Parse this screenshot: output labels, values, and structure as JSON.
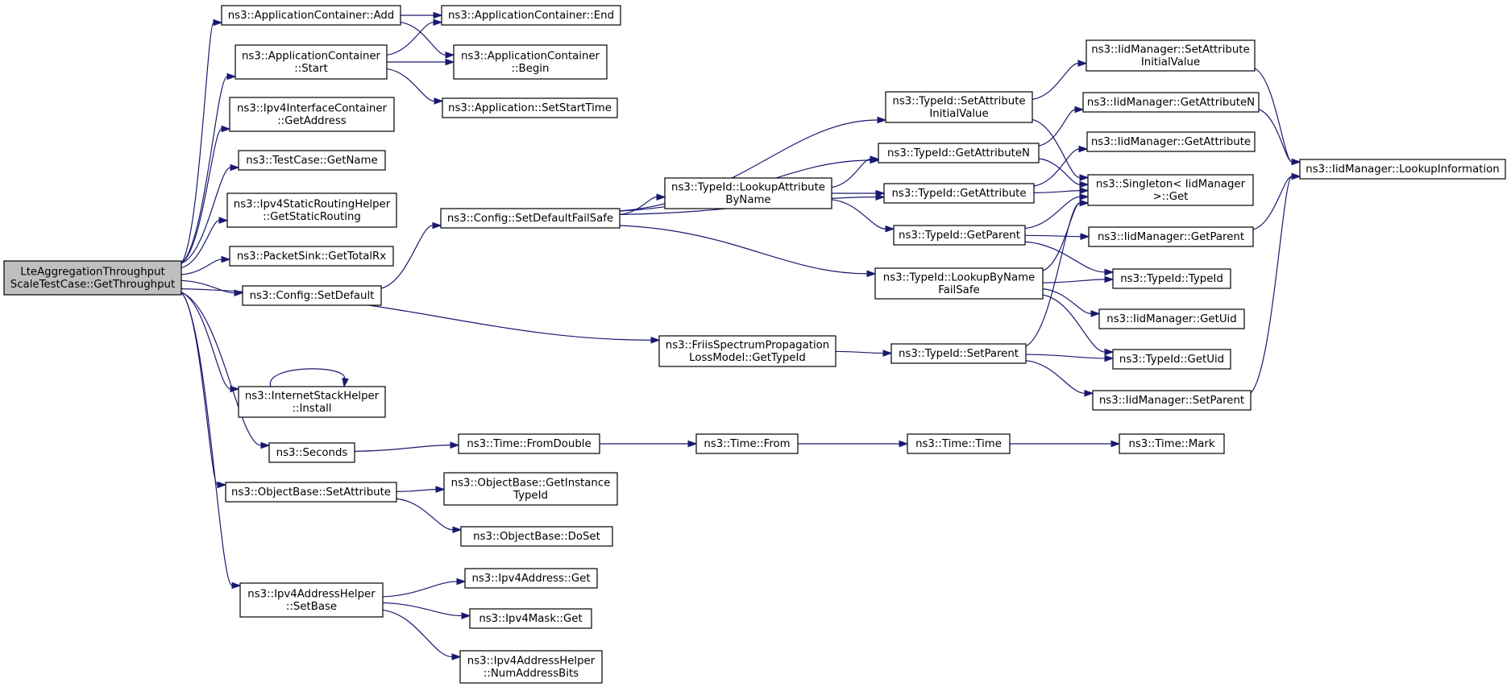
{
  "diagram": {
    "kind": "call graph",
    "colors": {
      "edge": "#191970",
      "root_fill": "#bfbfbf",
      "node_fill": "#ffffff",
      "border": "#000000"
    },
    "nodes": [
      {
        "id": "root",
        "lines": [
          "LteAggregationThroughput",
          "ScaleTestCase::GetThroughput"
        ],
        "root": true
      },
      {
        "id": "appAdd",
        "lines": [
          "ns3::ApplicationContainer::Add"
        ]
      },
      {
        "id": "appEnd",
        "lines": [
          "ns3::ApplicationContainer::End"
        ]
      },
      {
        "id": "appStart",
        "lines": [
          "ns3::ApplicationContainer",
          "::Start"
        ]
      },
      {
        "id": "appBegin",
        "lines": [
          "ns3::ApplicationContainer",
          "::Begin"
        ]
      },
      {
        "id": "appSetStart",
        "lines": [
          "ns3::Application::SetStartTime"
        ]
      },
      {
        "id": "ipv4GetAddr",
        "lines": [
          "ns3::Ipv4InterfaceContainer",
          "::GetAddress"
        ]
      },
      {
        "id": "tcGetName",
        "lines": [
          "ns3::TestCase::GetName"
        ]
      },
      {
        "id": "ipv4Static",
        "lines": [
          "ns3::Ipv4StaticRoutingHelper",
          "::GetStaticRouting"
        ]
      },
      {
        "id": "pktSink",
        "lines": [
          "ns3::PacketSink::GetTotalRx"
        ]
      },
      {
        "id": "cfgSetDefault",
        "lines": [
          "ns3::Config::SetDefault"
        ]
      },
      {
        "id": "cfgFailSafe",
        "lines": [
          "ns3::Config::SetDefaultFailSafe"
        ]
      },
      {
        "id": "tidSetAttr",
        "lines": [
          "ns3::TypeId::SetAttribute",
          "InitialValue"
        ]
      },
      {
        "id": "tidGetAttrN",
        "lines": [
          "ns3::TypeId::GetAttributeN"
        ]
      },
      {
        "id": "tidLookupAttr",
        "lines": [
          "ns3::TypeId::LookupAttribute",
          "ByName"
        ]
      },
      {
        "id": "tidGetAttr",
        "lines": [
          "ns3::TypeId::GetAttribute"
        ]
      },
      {
        "id": "tidGetParent",
        "lines": [
          "ns3::TypeId::GetParent"
        ]
      },
      {
        "id": "tidLookupName",
        "lines": [
          "ns3::TypeId::LookupByName",
          "FailSafe"
        ]
      },
      {
        "id": "friis",
        "lines": [
          "ns3::FriisSpectrumPropagation",
          "LossModel::GetTypeId"
        ]
      },
      {
        "id": "tidSetParent",
        "lines": [
          "ns3::TypeId::SetParent"
        ]
      },
      {
        "id": "iidSetAttr",
        "lines": [
          "ns3::IidManager::SetAttribute",
          "InitialValue"
        ]
      },
      {
        "id": "iidGetAttrN",
        "lines": [
          "ns3::IidManager::GetAttributeN"
        ]
      },
      {
        "id": "iidGetAttr",
        "lines": [
          "ns3::IidManager::GetAttribute"
        ]
      },
      {
        "id": "singleton",
        "lines": [
          "ns3::Singleton< IidManager",
          " >::Get"
        ]
      },
      {
        "id": "iidGetParent",
        "lines": [
          "ns3::IidManager::GetParent"
        ]
      },
      {
        "id": "tidTypeId",
        "lines": [
          "ns3::TypeId::TypeId"
        ]
      },
      {
        "id": "iidGetUid",
        "lines": [
          "ns3::IidManager::GetUid"
        ]
      },
      {
        "id": "tidGetUid",
        "lines": [
          "ns3::TypeId::GetUid"
        ]
      },
      {
        "id": "iidSetParent",
        "lines": [
          "ns3::IidManager::SetParent"
        ]
      },
      {
        "id": "iidLookupInfo",
        "lines": [
          "ns3::IidManager::LookupInformation"
        ]
      },
      {
        "id": "inetInstall",
        "lines": [
          "ns3::InternetStackHelper",
          "::Install"
        ]
      },
      {
        "id": "seconds",
        "lines": [
          "ns3::Seconds"
        ]
      },
      {
        "id": "timeFromDouble",
        "lines": [
          "ns3::Time::FromDouble"
        ]
      },
      {
        "id": "timeFrom",
        "lines": [
          "ns3::Time::From"
        ]
      },
      {
        "id": "timeTime",
        "lines": [
          "ns3::Time::Time"
        ]
      },
      {
        "id": "timeMark",
        "lines": [
          "ns3::Time::Mark"
        ]
      },
      {
        "id": "objSetAttr",
        "lines": [
          "ns3::ObjectBase::SetAttribute"
        ]
      },
      {
        "id": "objGetInst",
        "lines": [
          "ns3::ObjectBase::GetInstance",
          "TypeId"
        ]
      },
      {
        "id": "objDoSet",
        "lines": [
          "ns3::ObjectBase::DoSet"
        ]
      },
      {
        "id": "ipv4AddrSetBase",
        "lines": [
          "ns3::Ipv4AddressHelper",
          "::SetBase"
        ]
      },
      {
        "id": "ipv4AddrGet",
        "lines": [
          "ns3::Ipv4Address::Get"
        ]
      },
      {
        "id": "ipv4MaskGet",
        "lines": [
          "ns3::Ipv4Mask::Get"
        ]
      },
      {
        "id": "ipv4NumBits",
        "lines": [
          "ns3::Ipv4AddressHelper",
          "::NumAddressBits"
        ]
      }
    ],
    "edges": [
      [
        "root",
        "appAdd"
      ],
      [
        "root",
        "appStart"
      ],
      [
        "root",
        "ipv4GetAddr"
      ],
      [
        "root",
        "tcGetName"
      ],
      [
        "root",
        "ipv4Static"
      ],
      [
        "root",
        "pktSink"
      ],
      [
        "root",
        "cfgSetDefault"
      ],
      [
        "root",
        "friis"
      ],
      [
        "root",
        "inetInstall"
      ],
      [
        "root",
        "seconds"
      ],
      [
        "root",
        "objSetAttr"
      ],
      [
        "root",
        "ipv4AddrSetBase"
      ],
      [
        "appAdd",
        "appEnd"
      ],
      [
        "appAdd",
        "appBegin"
      ],
      [
        "appStart",
        "appEnd"
      ],
      [
        "appStart",
        "appBegin"
      ],
      [
        "appStart",
        "appSetStart"
      ],
      [
        "cfgSetDefault",
        "cfgFailSafe"
      ],
      [
        "cfgFailSafe",
        "tidSetAttr"
      ],
      [
        "cfgFailSafe",
        "tidGetAttrN"
      ],
      [
        "cfgFailSafe",
        "tidLookupAttr"
      ],
      [
        "cfgFailSafe",
        "tidGetAttr"
      ],
      [
        "cfgFailSafe",
        "tidLookupName"
      ],
      [
        "tidLookupAttr",
        "tidGetAttrN"
      ],
      [
        "tidLookupAttr",
        "tidGetAttr"
      ],
      [
        "tidLookupAttr",
        "tidGetParent"
      ],
      [
        "tidSetAttr",
        "iidSetAttr"
      ],
      [
        "tidSetAttr",
        "singleton"
      ],
      [
        "tidGetAttrN",
        "iidGetAttrN"
      ],
      [
        "tidGetAttrN",
        "singleton"
      ],
      [
        "tidGetAttr",
        "iidGetAttr"
      ],
      [
        "tidGetAttr",
        "singleton"
      ],
      [
        "tidGetParent",
        "singleton"
      ],
      [
        "tidGetParent",
        "iidGetParent"
      ],
      [
        "tidGetParent",
        "tidTypeId"
      ],
      [
        "tidLookupName",
        "singleton"
      ],
      [
        "tidLookupName",
        "tidTypeId"
      ],
      [
        "tidLookupName",
        "iidGetUid"
      ],
      [
        "tidLookupName",
        "tidGetUid"
      ],
      [
        "friis",
        "tidSetParent"
      ],
      [
        "tidSetParent",
        "singleton"
      ],
      [
        "tidSetParent",
        "tidGetUid"
      ],
      [
        "tidSetParent",
        "iidSetParent"
      ],
      [
        "iidSetAttr",
        "iidLookupInfo"
      ],
      [
        "iidGetAttrN",
        "iidLookupInfo"
      ],
      [
        "iidGetParent",
        "iidLookupInfo"
      ],
      [
        "iidSetParent",
        "iidLookupInfo"
      ],
      [
        "inetInstall",
        "inetInstall"
      ],
      [
        "seconds",
        "timeFromDouble"
      ],
      [
        "timeFromDouble",
        "timeFrom"
      ],
      [
        "timeFrom",
        "timeTime"
      ],
      [
        "timeTime",
        "timeMark"
      ],
      [
        "objSetAttr",
        "objGetInst"
      ],
      [
        "objSetAttr",
        "objDoSet"
      ],
      [
        "ipv4AddrSetBase",
        "ipv4AddrGet"
      ],
      [
        "ipv4AddrSetBase",
        "ipv4MaskGet"
      ],
      [
        "ipv4AddrSetBase",
        "ipv4NumBits"
      ]
    ]
  }
}
